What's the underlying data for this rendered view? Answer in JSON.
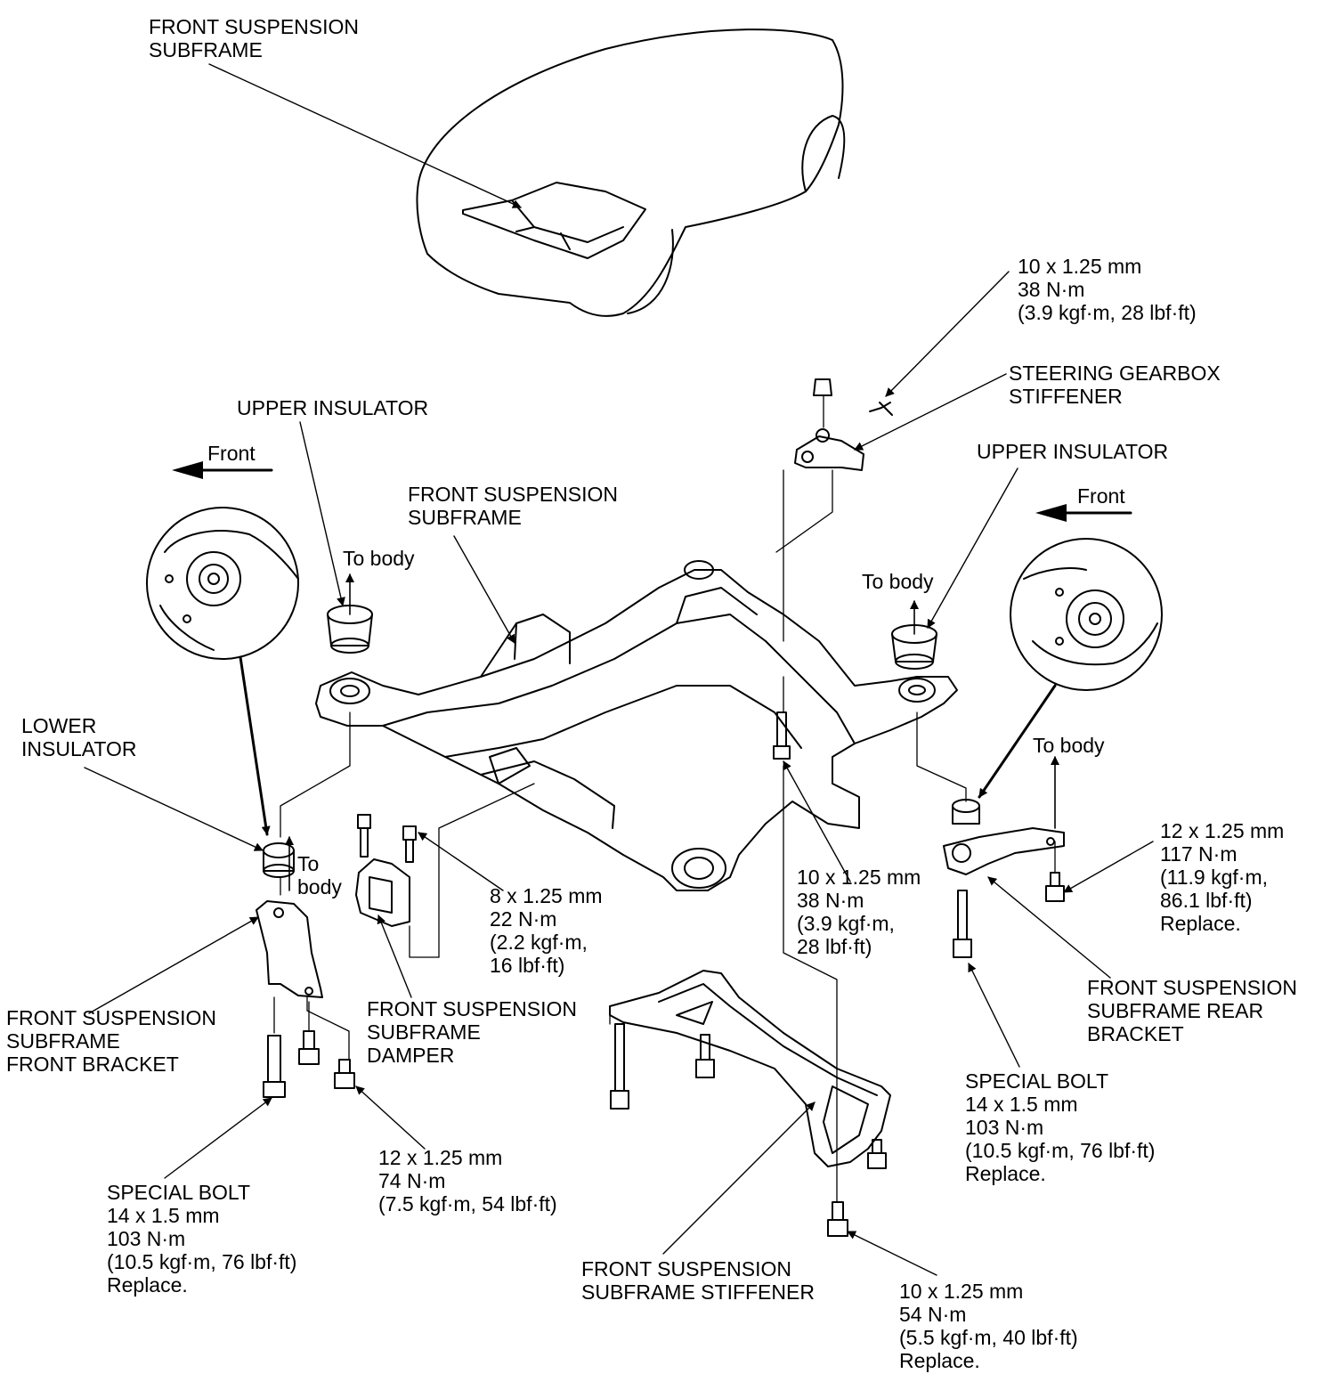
{
  "labels": {
    "subframe_top": [
      "FRONT SUSPENSION",
      "SUBFRAME"
    ],
    "bolt_top_right": [
      "10 x 1.25 mm",
      "38 N·m",
      "(3.9 kgf·m, 28 lbf·ft)"
    ],
    "steering_gearbox_stiffener": [
      "STEERING GEARBOX",
      "STIFFENER"
    ],
    "upper_insulator_left": [
      "UPPER INSULATOR"
    ],
    "front_left": [
      "Front"
    ],
    "subframe_center": [
      "FRONT SUSPENSION",
      "SUBFRAME"
    ],
    "upper_insulator_right": [
      "UPPER INSULATOR"
    ],
    "front_right": [
      "Front"
    ],
    "to_body_left": [
      "To body"
    ],
    "to_body_center_right": [
      "To body"
    ],
    "to_body_right": [
      "To body"
    ],
    "lower_insulator": [
      "LOWER",
      "INSULATOR"
    ],
    "to_body_lower": [
      "To",
      "body"
    ],
    "bolt_center": [
      "10 x 1.25 mm",
      "38 N·m",
      "(3.9 kgf·m,",
      "28 lbf·ft)"
    ],
    "bolt_rear_bracket": [
      "12 x 1.25 mm",
      "117 N·m",
      "(11.9 kgf·m,",
      "86.1 lbf·ft)",
      "Replace."
    ],
    "damper_bolt": [
      "8 x 1.25 mm",
      "22 N·m",
      "(2.2 kgf·m,",
      "16 lbf·ft)"
    ],
    "front_bracket": [
      "FRONT SUSPENSION",
      "SUBFRAME",
      "FRONT BRACKET"
    ],
    "damper": [
      "FRONT SUSPENSION",
      "SUBFRAME",
      "DAMPER"
    ],
    "rear_bracket": [
      "FRONT SUSPENSION",
      "SUBFRAME REAR",
      "BRACKET"
    ],
    "special_bolt_right": [
      "SPECIAL BOLT",
      "14 x 1.5 mm",
      "103 N·m",
      "(10.5 kgf·m, 76 lbf·ft)",
      "Replace."
    ],
    "bolt_front_bracket": [
      "12 x 1.25 mm",
      "74 N·m",
      "(7.5 kgf·m, 54 lbf·ft)"
    ],
    "special_bolt_left": [
      "SPECIAL BOLT",
      "14 x 1.5 mm",
      "103 N·m",
      "(10.5 kgf·m, 76 lbf·ft)",
      "Replace."
    ],
    "stiffener": [
      "FRONT SUSPENSION",
      "SUBFRAME STIFFENER"
    ],
    "bolt_stiffener": [
      "10 x 1.25 mm",
      "54 N·m",
      "(5.5 kgf·m, 40 lbf·ft)",
      "Replace."
    ]
  },
  "colors": {
    "line": "#000000",
    "background": "#ffffff"
  }
}
